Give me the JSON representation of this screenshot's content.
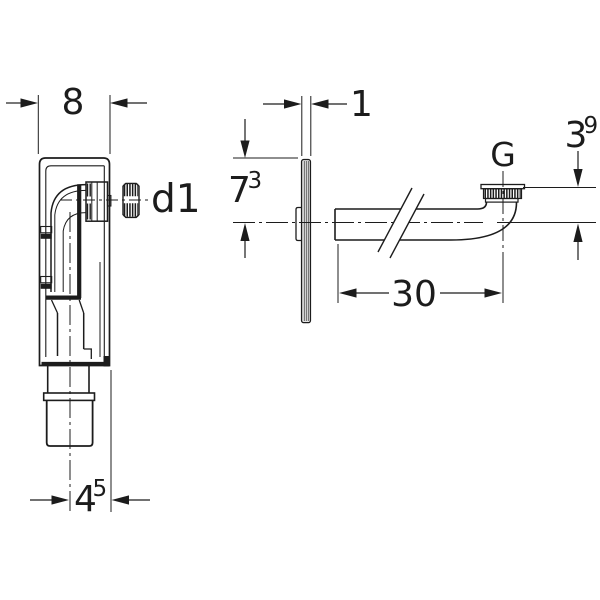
{
  "drawing": {
    "left_view": {
      "width_dim": "8",
      "connection_label": "d1",
      "outlet_dim_base": "4",
      "outlet_dim_sup": "5"
    },
    "right_view": {
      "thickness_dim": "1",
      "depth_dim_base": "7",
      "depth_dim_sup": "3",
      "thread_label": "G",
      "height_dim_base": "3",
      "height_dim_sup": "9",
      "length_dim": "30"
    }
  },
  "colors": {
    "line": "#1c1c1c",
    "background": "#ffffff"
  }
}
